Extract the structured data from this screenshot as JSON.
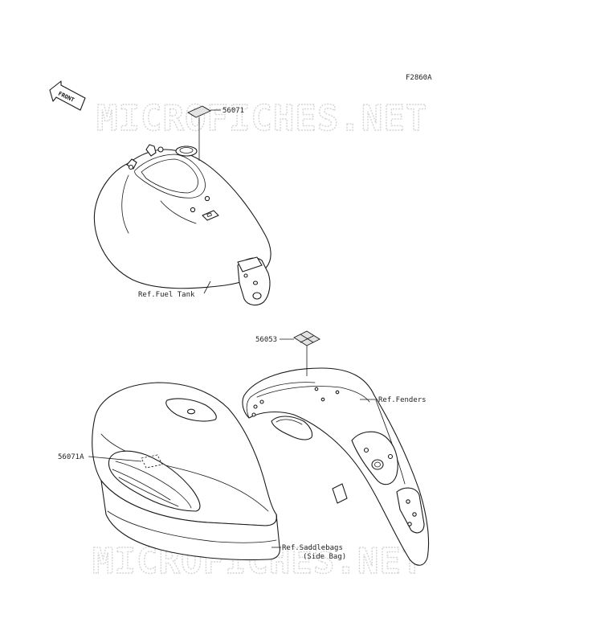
{
  "diagram_code": "F2860A",
  "front_marker": "FRONT",
  "watermark": "MICROFICHES.NET",
  "callouts": {
    "tank_label_part": "56071",
    "fender_label_part": "56053",
    "saddlebag_label_part": "56071A"
  },
  "references": {
    "fuel_tank": "Ref.Fuel Tank",
    "fenders": "Ref.Fenders",
    "saddlebags_line1": "Ref.Saddlebags",
    "saddlebags_line2": "(Side Bag)"
  },
  "colors": {
    "line": "#1a1a1a",
    "watermark": "#d4d4d4",
    "label_fill": "#e3e3e3"
  }
}
